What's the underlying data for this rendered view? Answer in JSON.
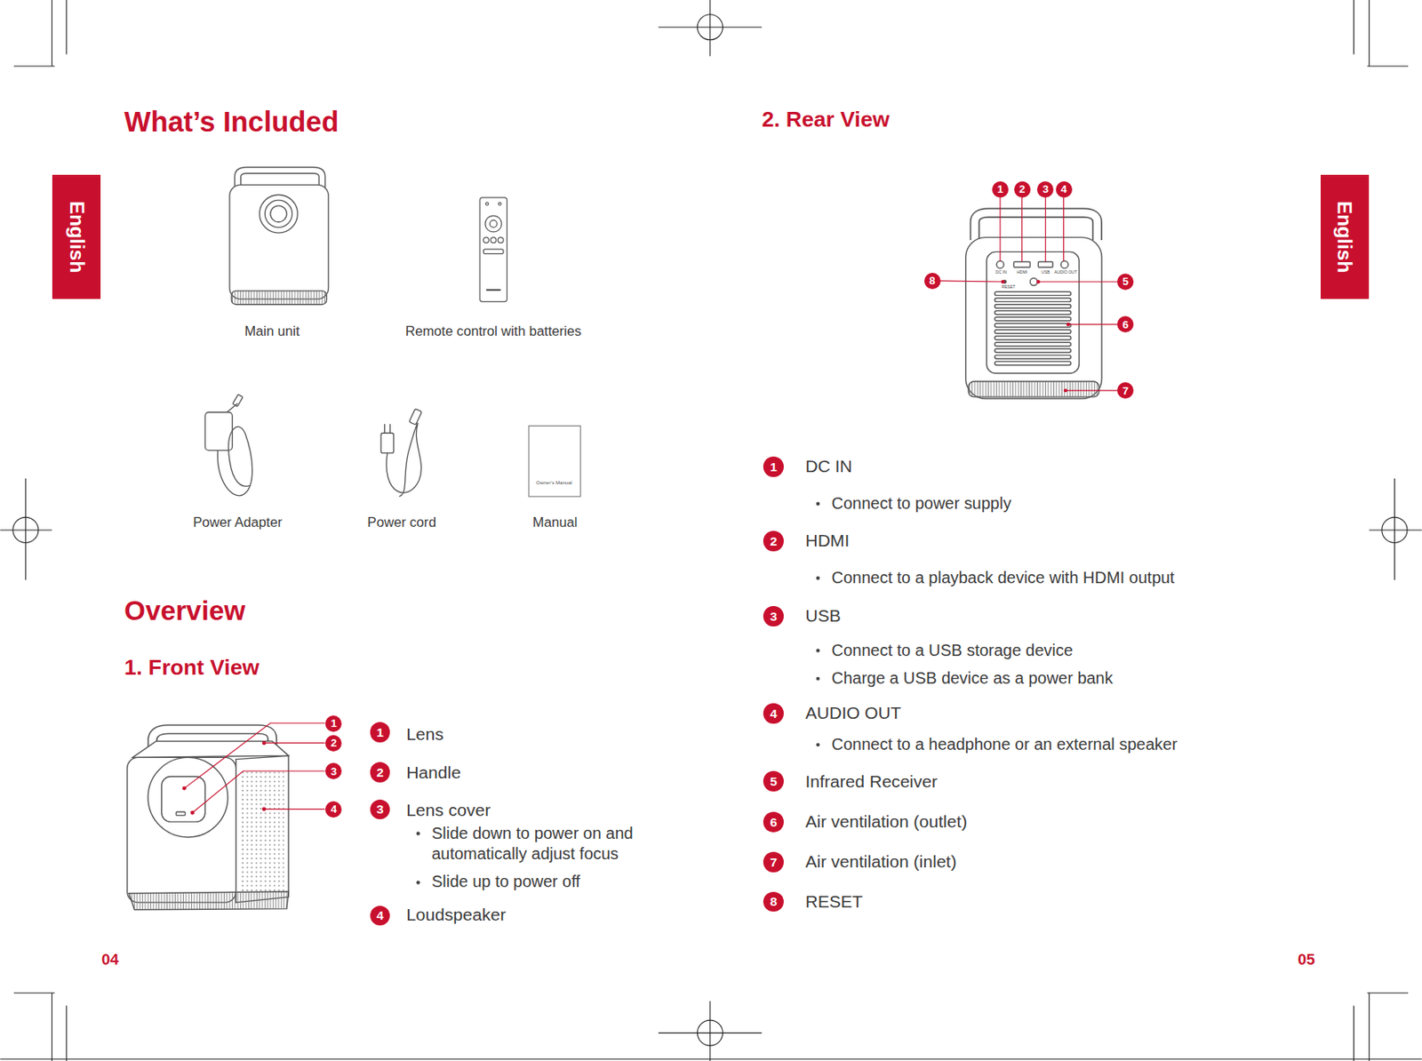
{
  "diagram": {
    "nodes": [
      {
        "text": [
          "English"
        ]
      },
      {
        "text": [
          "English"
        ]
      },
      {
        "text": [
          "1"
        ]
      },
      {
        "text": [
          "2"
        ]
      },
      {
        "text": [
          "3"
        ]
      },
      {
        "text": [
          "4"
        ]
      },
      {
        "text": [
          "1"
        ]
      },
      {
        "text": [
          "2"
        ]
      },
      {
        "text": [
          "3"
        ]
      },
      {
        "text": [
          "4"
        ]
      },
      {
        "text": [
          "1"
        ]
      },
      {
        "text": [
          "2"
        ]
      },
      {
        "text": [
          "3"
        ]
      },
      {
        "text": [
          "4"
        ]
      },
      {
        "text": [
          "5"
        ]
      },
      {
        "text": [
          "6"
        ]
      },
      {
        "text": [
          "7"
        ]
      },
      {
        "text": [
          "8"
        ]
      },
      {
        "text": [
          "1"
        ]
      },
      {
        "text": [
          "2"
        ]
      },
      {
        "text": [
          "3"
        ]
      },
      {
        "text": [
          "4"
        ]
      },
      {
        "text": [
          "5"
        ]
      },
      {
        "text": [
          "6"
        ]
      },
      {
        "text": [
          "7"
        ]
      },
      {
        "text": [
          "8"
        ]
      }
    ],
    "labels": [
      "What’s Included",
      "Main unit",
      "Remote control with batteries",
      "Power Adapter",
      "Power cord",
      "Manual",
      "Owner's Manual",
      "Overview",
      "1. Front View",
      "Lens",
      "Handle",
      "Lens cover",
      "Slide down to power on and automatically adjust focus",
      "Slide up to power off",
      "Loudspeaker",
      "04",
      "2. Rear View",
      "DC IN",
      "HDMI",
      "USB",
      "AUDIO OUT",
      "RESET",
      "DC IN",
      "Connect to power supply",
      "HDMI",
      "Connect to a playback device with HDMI output",
      "USB",
      "Connect to a USB storage device",
      "Charge a USB device as a power bank",
      "AUDIO OUT",
      "Connect to a headphone or an external speaker",
      "Infrared Receiver",
      "Air ventilation (outlet)",
      "Air ventilation (inlet)",
      "RESET",
      "05"
    ]
  }
}
